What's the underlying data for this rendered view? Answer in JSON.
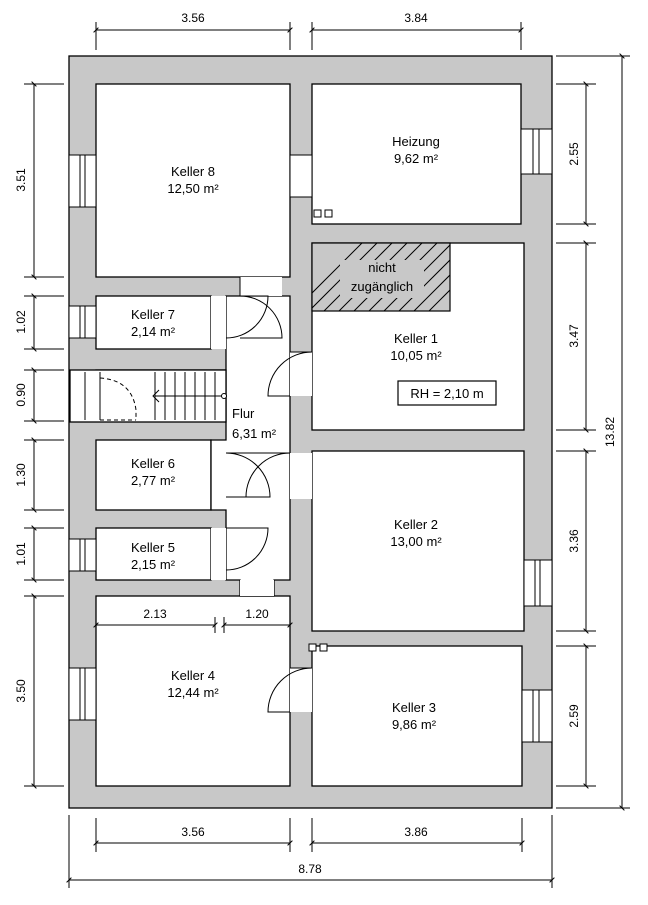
{
  "rooms": {
    "keller8": {
      "name": "Keller 8",
      "area": "12,50 m²"
    },
    "heizung": {
      "name": "Heizung",
      "area": "9,62 m²"
    },
    "keller7": {
      "name": "Keller 7",
      "area": "2,14 m²"
    },
    "keller1": {
      "name": "Keller 1",
      "area": "10,05 m²"
    },
    "flur": {
      "name": "Flur",
      "area": "6,31 m²"
    },
    "keller6": {
      "name": "Keller 6",
      "area": "2,77 m²"
    },
    "keller2": {
      "name": "Keller 2",
      "area": "13,00 m²"
    },
    "keller5": {
      "name": "Keller 5",
      "area": "2,15 m²"
    },
    "keller4": {
      "name": "Keller 4",
      "area": "12,44 m²"
    },
    "keller3": {
      "name": "Keller 3",
      "area": "9,86 m²"
    }
  },
  "notes": {
    "inaccessible_line1": "nicht",
    "inaccessible_line2": "zugänglich",
    "room_height": "RH = 2,10 m"
  },
  "dimensions": {
    "top_left": "3.56",
    "top_right": "3.84",
    "left_1": "3.51",
    "left_2": "1.02",
    "left_3": "0.90",
    "left_4": "1.30",
    "left_5": "1.01",
    "left_6": "3.50",
    "right_1": "2.55",
    "right_2": "3.47",
    "right_3": "3.36",
    "right_4": "2.59",
    "total_height": "13.82",
    "inner_1": "2.13",
    "inner_2": "1.20",
    "bottom_left": "3.56",
    "bottom_right": "3.86",
    "total_width": "8.78"
  }
}
